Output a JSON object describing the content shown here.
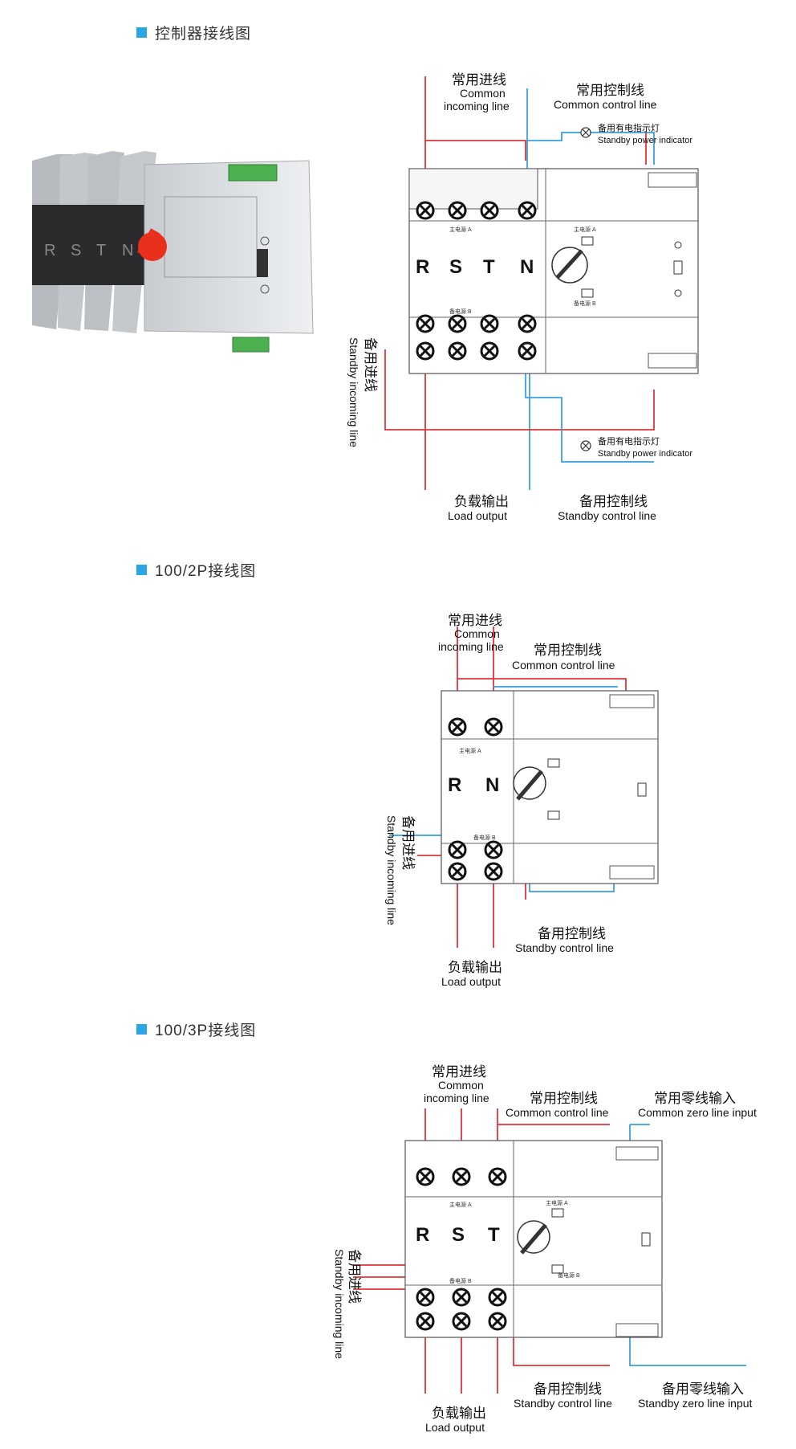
{
  "sections": [
    {
      "title": "控制器接线图"
    },
    {
      "title": "100/2P接线图"
    },
    {
      "title": "100/3P接线图"
    }
  ],
  "colors": {
    "accent": "#2aa6e4",
    "red_wire": "#e0343a",
    "blue_wire": "#3aa0e0",
    "handle": "#e8301c"
  },
  "diagram1": {
    "common_incoming_cn": "常用进线",
    "common_incoming_en1": "Common",
    "common_incoming_en2": "incoming line",
    "common_control_cn": "常用控制线",
    "common_control_en": "Common control line",
    "standby_indicator_cn": "备用有电指示灯",
    "standby_indicator_en": "Standby power indicator",
    "standby_indicator_cn_2": "备用有电指示灯",
    "standby_indicator_en_2": "Standby power indicator",
    "standby_incoming_cn": "备用进线",
    "standby_incoming_en": "Standby incoming line",
    "load_output_cn": "负载输出",
    "load_output_en": "Load output",
    "standby_control_cn": "备用控制线",
    "standby_control_en": "Standby control line",
    "phases": [
      "R",
      "S",
      "T",
      "N"
    ],
    "main_power_a": "主电源 A",
    "standby_power_b": "备电源 B"
  },
  "diagram2": {
    "common_incoming_cn": "常用进线",
    "common_incoming_en1": "Common",
    "common_incoming_en2": "incoming line",
    "common_control_cn": "常用控制线",
    "common_control_en": "Common control line",
    "standby_incoming_cn": "备用进线",
    "standby_incoming_en": "Standby incoming line",
    "load_output_cn": "负载输出",
    "load_output_en": "Load output",
    "standby_control_cn": "备用控制线",
    "standby_control_en": "Standby control line",
    "phases": [
      "R",
      "N"
    ],
    "main_power_a": "主电源 A",
    "standby_power_b": "备电源 B"
  },
  "diagram3": {
    "common_incoming_cn": "常用进线",
    "common_incoming_en1": "Common",
    "common_incoming_en2": "incoming line",
    "common_control_cn": "常用控制线",
    "common_control_en": "Common control line",
    "common_zero_cn": "常用零线输入",
    "common_zero_en": "Common zero line input",
    "standby_incoming_cn": "备用进线",
    "standby_incoming_en": "Standby incoming line",
    "load_output_cn": "负载输出",
    "load_output_en": "Load output",
    "standby_control_cn": "备用控制线",
    "standby_control_en": "Standby control line",
    "standby_zero_cn": "备用零线输入",
    "standby_zero_en": "Standby zero line input",
    "phases": [
      "R",
      "S",
      "T"
    ],
    "main_power_a": "主电源 A",
    "standby_power_b": "备电源 B"
  },
  "product_photo": {
    "face_letters": [
      "R",
      "S",
      "T",
      "N"
    ]
  }
}
